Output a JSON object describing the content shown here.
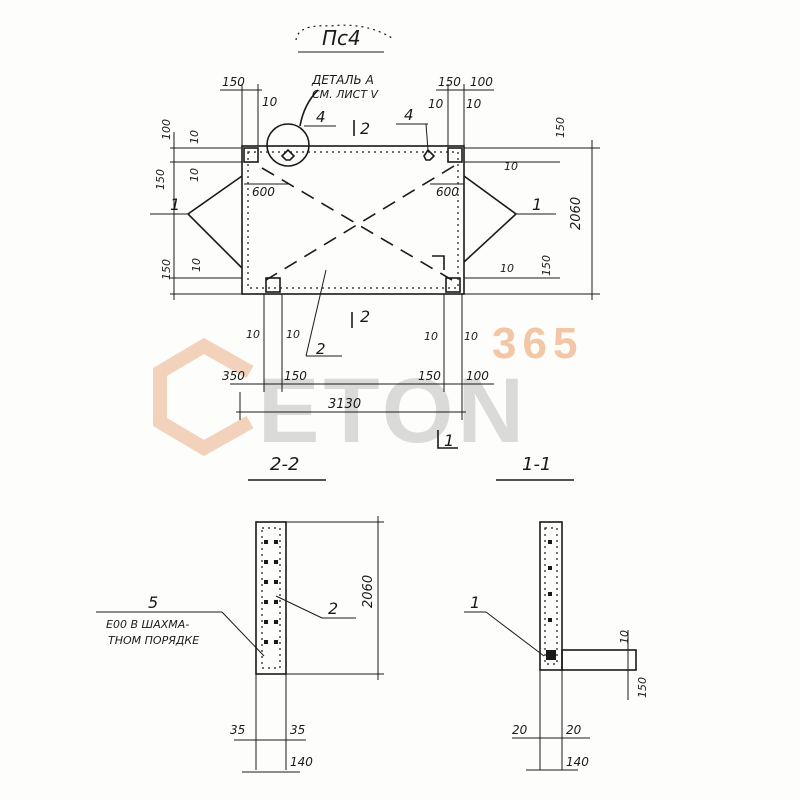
{
  "plan": {
    "title": "Пс4",
    "detail_callout_1": "ДЕТАЛЬ А",
    "detail_callout_2": "СМ. ЛИСТ V",
    "mark_4": "4",
    "mark_4b": "4",
    "section_2_top": "2",
    "section_2_bottom": "2",
    "mark_1_left": "1",
    "mark_1_right": "1",
    "mark_2_label": "2",
    "dim_top_left_150": "150",
    "dim_top_left_10": "10",
    "dim_top_right_150": "150",
    "dim_top_right_100": "100",
    "dim_top_right_10a": "10",
    "dim_top_right_10b": "10",
    "dim_left_100": "100",
    "dim_left_10a": "10",
    "dim_left_150": "150",
    "dim_left_10b": "10",
    "dim_left_bottom_150": "150",
    "dim_left_bottom_10": "10",
    "dim_600_left": "600",
    "dim_600_right": "600",
    "dim_right_150": "150",
    "dim_right_10": "10",
    "dim_right_2060": "2060",
    "dim_right_bottom_10": "10",
    "dim_right_bottom_150": "150",
    "dim_bottom_10a": "10",
    "dim_bottom_10b": "10",
    "dim_bottom_10c": "10",
    "dim_bottom_10d": "10",
    "dim_bottom_350": "350",
    "dim_bottom_150a": "150",
    "dim_bottom_150b": "150",
    "dim_bottom_100": "100",
    "dim_bottom_3130": "3130",
    "mark_1_bottom": "1"
  },
  "section_2_2": {
    "title": "2-2",
    "mark_5": "5",
    "note_line_1": "Е00 В ШАХМА-",
    "note_line_2": "ТНОМ ПОРЯДКЕ",
    "mark_2": "2",
    "dim_2060": "2060",
    "dim_35a": "35",
    "dim_35b": "35",
    "dim_140": "140"
  },
  "section_1_1": {
    "title": "1-1",
    "mark_1": "1",
    "dim_10": "10",
    "dim_150": "150",
    "dim_20a": "20",
    "dim_20b": "20",
    "dim_140": "140"
  },
  "watermark": {
    "number": "365",
    "brand": "ETON",
    "accent_color": "#f3c7a6",
    "brand_color": "#d4d4d4"
  }
}
